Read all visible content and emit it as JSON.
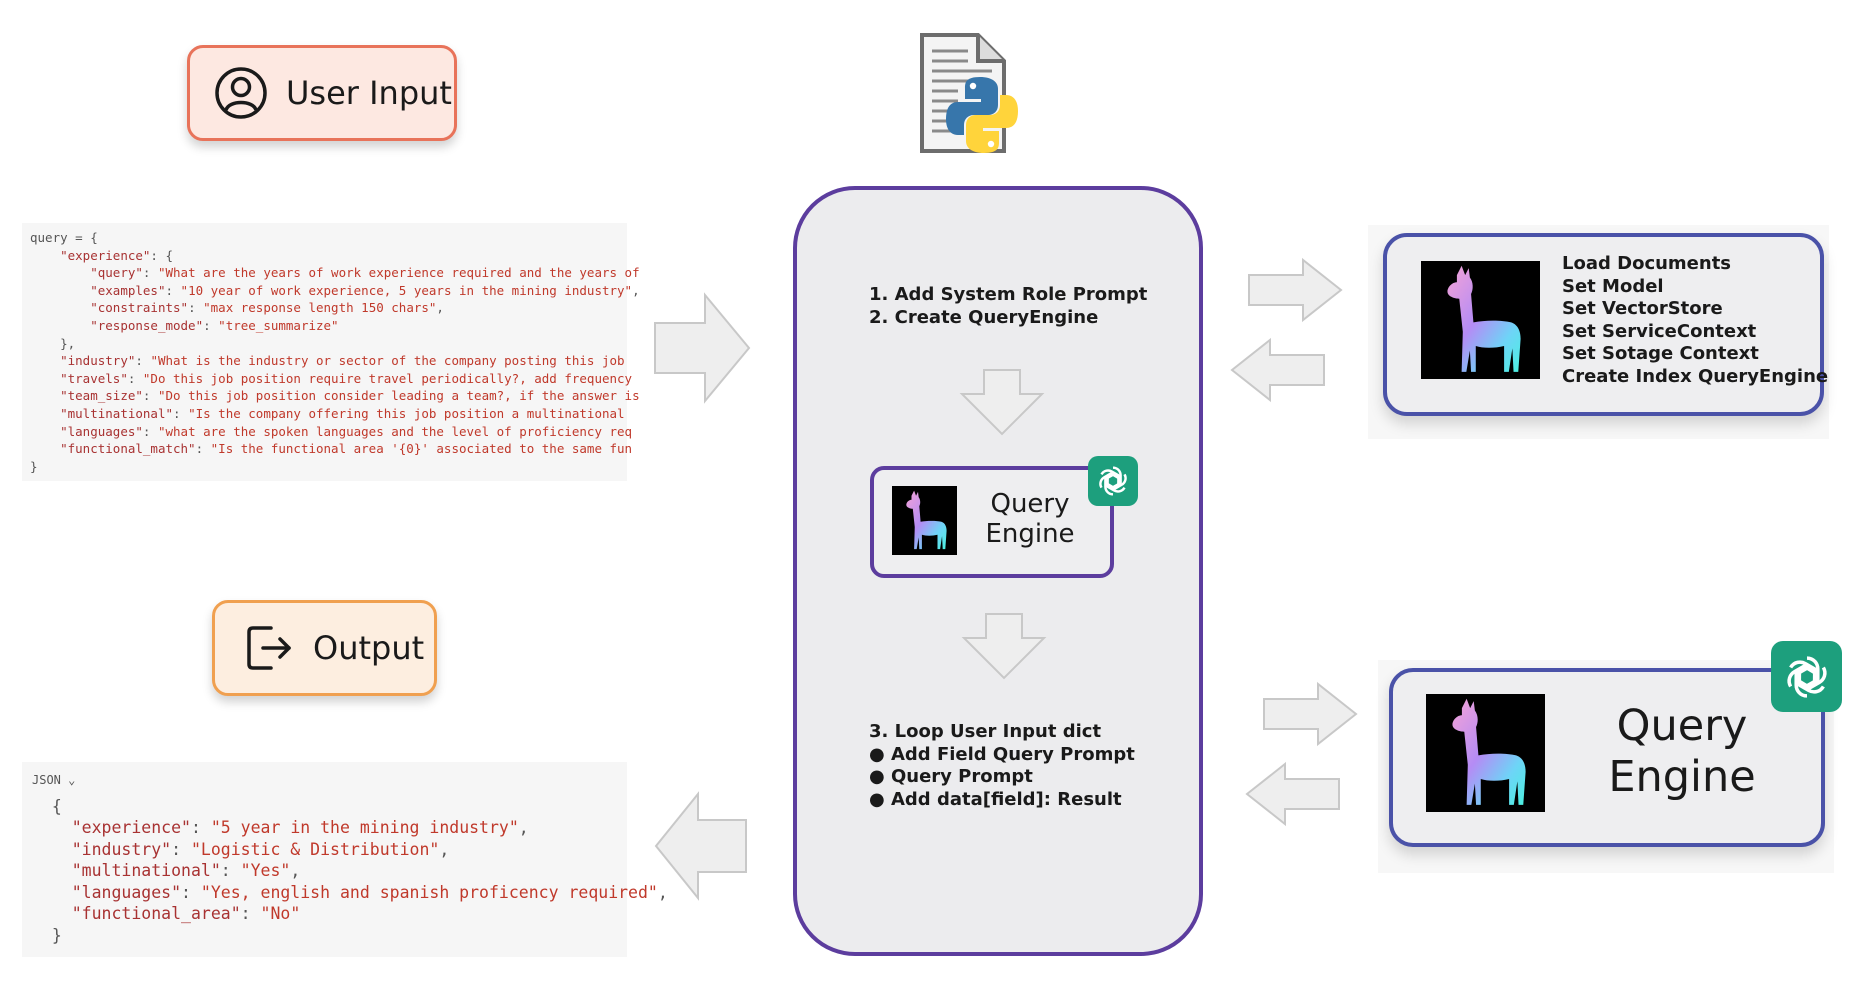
{
  "user_input": {
    "label": "User Input",
    "icon": "user-circle-icon"
  },
  "output": {
    "label": "Output",
    "icon": "logout-icon"
  },
  "query_code": {
    "lines": [
      [
        [
          "p",
          "query = {"
        ]
      ],
      [
        [
          "p",
          "    "
        ],
        [
          "k",
          "\"experience\""
        ],
        [
          "p",
          ": {"
        ]
      ],
      [
        [
          "p",
          "        "
        ],
        [
          "k",
          "\"query\""
        ],
        [
          "p",
          ": "
        ],
        [
          "s",
          "\"What are the years of work experience required and the years of"
        ]
      ],
      [
        [
          "p",
          "        "
        ],
        [
          "k",
          "\"examples\""
        ],
        [
          "p",
          ": "
        ],
        [
          "s",
          "\"10 year of work experience, 5 years in the mining industry\""
        ],
        [
          "p",
          ","
        ]
      ],
      [
        [
          "p",
          "        "
        ],
        [
          "k",
          "\"constraints\""
        ],
        [
          "p",
          ": "
        ],
        [
          "s",
          "\"max response length 150 chars\""
        ],
        [
          "p",
          ","
        ]
      ],
      [
        [
          "p",
          "        "
        ],
        [
          "k",
          "\"response_mode\""
        ],
        [
          "p",
          ": "
        ],
        [
          "s",
          "\"tree_summarize\""
        ]
      ],
      [
        [
          "p",
          "    },"
        ]
      ],
      [
        [
          "p",
          "    "
        ],
        [
          "k",
          "\"industry\""
        ],
        [
          "p",
          ": "
        ],
        [
          "s",
          "\"What is the industry or sector of the company posting this job"
        ]
      ],
      [
        [
          "p",
          "    "
        ],
        [
          "k",
          "\"travels\""
        ],
        [
          "p",
          ": "
        ],
        [
          "s",
          "\"Do this job position require travel periodically?, add frequency"
        ]
      ],
      [
        [
          "p",
          "    "
        ],
        [
          "k",
          "\"team_size\""
        ],
        [
          "p",
          ": "
        ],
        [
          "s",
          "\"Do this job position consider leading a team?, if the answer is"
        ]
      ],
      [
        [
          "p",
          "    "
        ],
        [
          "k",
          "\"multinational\""
        ],
        [
          "p",
          ": "
        ],
        [
          "s",
          "\"Is the company offering this job position a multinational"
        ]
      ],
      [
        [
          "p",
          "    "
        ],
        [
          "k",
          "\"languages\""
        ],
        [
          "p",
          ": "
        ],
        [
          "s",
          "\"what are the spoken languages and the level of proficiency req"
        ]
      ],
      [
        [
          "p",
          "    "
        ],
        [
          "k",
          "\"functional_match\""
        ],
        [
          "p",
          ": "
        ],
        [
          "s",
          "\"Is the functional area '{0}' associated to the same fun"
        ]
      ],
      [
        [
          "p",
          "}"
        ]
      ]
    ]
  },
  "json_code": {
    "header": "JSON ⌄",
    "lines": [
      [
        [
          "p",
          "  {"
        ]
      ],
      [
        [
          "p",
          "    "
        ],
        [
          "k",
          "\"experience\""
        ],
        [
          "p",
          ": "
        ],
        [
          "s",
          "\"5 year in the mining industry\""
        ],
        [
          "p",
          ","
        ]
      ],
      [
        [
          "p",
          "    "
        ],
        [
          "k",
          "\"industry\""
        ],
        [
          "p",
          ": "
        ],
        [
          "s",
          "\"Logistic & Distribution\""
        ],
        [
          "p",
          ","
        ]
      ],
      [
        [
          "p",
          "    "
        ],
        [
          "k",
          "\"multinational\""
        ],
        [
          "p",
          ": "
        ],
        [
          "s",
          "\"Yes\""
        ],
        [
          "p",
          ","
        ]
      ],
      [
        [
          "p",
          "    "
        ],
        [
          "k",
          "\"languages\""
        ],
        [
          "p",
          ": "
        ],
        [
          "s",
          "\"Yes, english and spanish proficency required\""
        ],
        [
          "p",
          ","
        ]
      ],
      [
        [
          "p",
          "    "
        ],
        [
          "k",
          "\"functional_area\""
        ],
        [
          "p",
          ": "
        ],
        [
          "s",
          "\"No\""
        ]
      ],
      [
        [
          "p",
          "  }"
        ]
      ]
    ]
  },
  "center": {
    "steps_top": [
      "1. Add System Role Prompt",
      "2. Create QueryEngine"
    ],
    "query_engine": [
      "Query",
      "Engine"
    ],
    "steps_bottom": [
      "3. Loop User Input dict",
      "  ● Add Field Query Prompt",
      "  ● Query Prompt",
      "  ● Add data[field]: Result"
    ]
  },
  "llama_card": {
    "items": [
      "Load Documents",
      "Set Model",
      "Set VectorStore",
      "Set ServiceContext",
      "Set Sotage Context",
      "Create Index QueryEngine"
    ]
  },
  "query_engine_card": {
    "lines": [
      "Query",
      "Engine"
    ]
  },
  "colors": {
    "user_input_border": "#e8735a",
    "user_input_fill": "#fde8e1",
    "output_border": "#f0a050",
    "output_fill": "#fdeee0",
    "purple": "#5c3d9e",
    "blue": "#4a52a8",
    "openai_green": "#1d9f7d"
  }
}
